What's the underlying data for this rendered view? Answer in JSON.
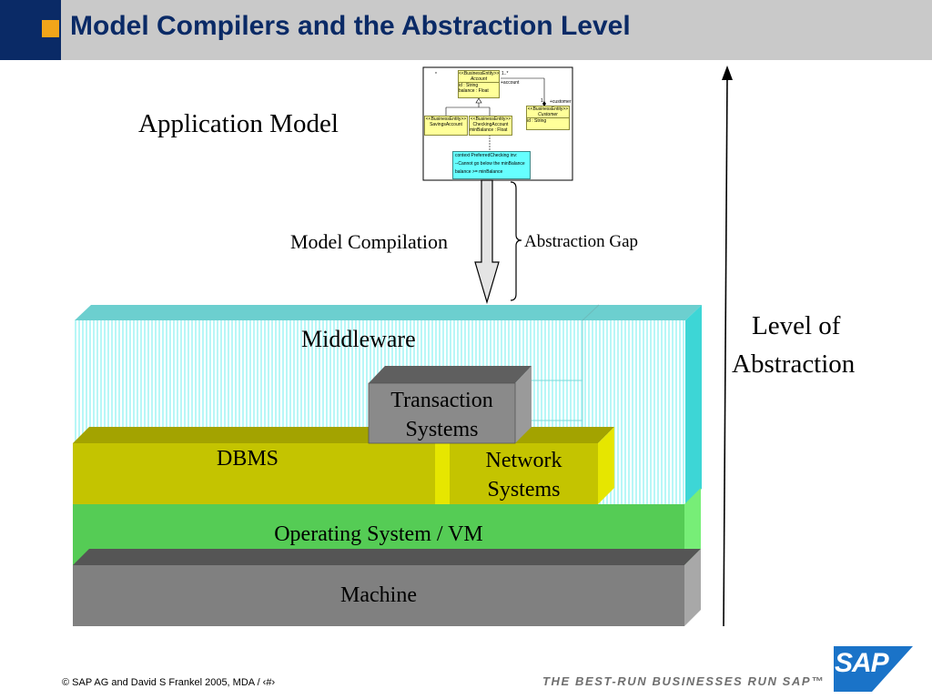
{
  "title": "Model Compilers and the Abstraction Level",
  "labels": {
    "application_model": "Application Model",
    "model_compilation": "Model Compilation",
    "abstraction_gap": "Abstraction Gap",
    "level_of": "Level of",
    "abstraction": "Abstraction"
  },
  "layers": {
    "middleware": "Middleware",
    "transaction_line1": "Transaction",
    "transaction_line2": "Systems",
    "dbms": "DBMS",
    "network_line1": "Network",
    "network_line2": "Systems",
    "os": "Operating System / VM",
    "machine": "Machine"
  },
  "uml": {
    "account_stereo": "<<BusinessEntity>>",
    "account_name": "Account",
    "account_attr1": "id : String",
    "account_attr2": "balance : Float",
    "mult_star": "*",
    "mult_1star": "1..*",
    "role_account": "+account",
    "mult_1": "1",
    "role_customer": "+customer",
    "customer_stereo": "<<BusinessEntity>>",
    "customer_name": "Customer",
    "customer_attr1": "id : String",
    "savings_stereo": "<<BusinessEntity>>",
    "savings_name": "SavingsAccount",
    "checking_stereo": "<<BusinessEntity>>",
    "checking_name": "CheckingAccount",
    "checking_attr1": "minBalance : Float",
    "note_line1": "context PreferredChecking inv:",
    "note_line2": "--Cannot go below the minBalance",
    "note_line3": "balance >= minBalance"
  },
  "footer": {
    "copyright": "©   SAP AG and David S Frankel 2005, MDA / ‹#›",
    "tagline": "THE BEST-RUN BUSINESSES RUN SAP™",
    "logo": "SAP"
  },
  "colors": {
    "title_text": "#0a2a66",
    "header_bg": "#c9c9c9",
    "accent_square": "#f2a51a",
    "middleware": "#9ff2f2",
    "dbms": "#c4c400",
    "os": "#55cc55",
    "machine": "#808080"
  }
}
